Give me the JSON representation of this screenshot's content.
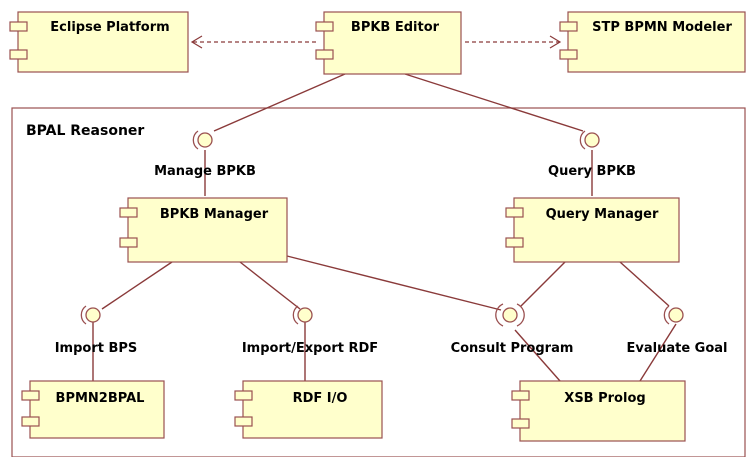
{
  "package": {
    "label": "BPAL Reasoner"
  },
  "components": {
    "eclipse_platform": "Eclipse Platform",
    "bpkb_editor": "BPKB Editor",
    "stp_bpmn_modeler": "STP BPMN Modeler",
    "bpkb_manager": "BPKB Manager",
    "query_manager": "Query Manager",
    "bpmn2bpal": "BPMN2BPAL",
    "rdf_io": "RDF I/O",
    "xsb_prolog": "XSB Prolog"
  },
  "interfaces": {
    "manage_bpkb": "Manage BPKB",
    "query_bpkb": "Query BPKB",
    "import_bps": "Import BPS",
    "import_export_rdf": "Import/Export RDF",
    "consult_program": "Consult Program",
    "evaluate_goal": "Evaluate Goal"
  },
  "colors": {
    "fill": "#ffffcc",
    "stroke": "#9a5050",
    "line": "#8a3a3a"
  }
}
